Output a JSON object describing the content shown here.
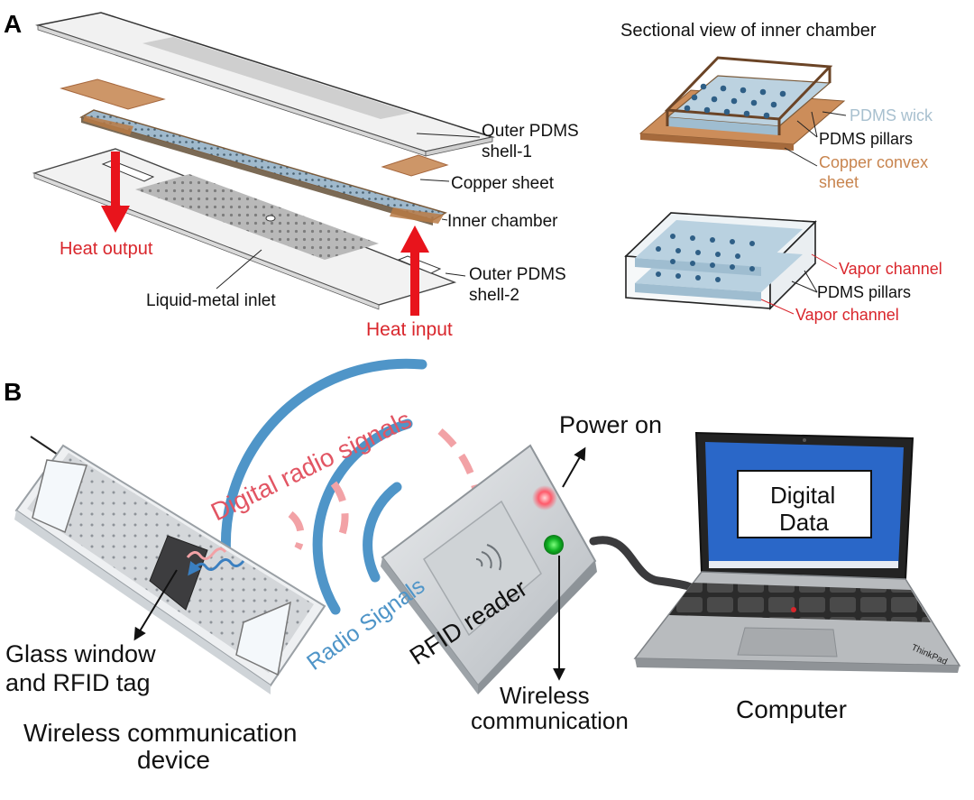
{
  "panel_a": {
    "letter": "A",
    "exploded_labels": {
      "outer_shell_1_line1": "Outer PDMS",
      "outer_shell_1_line2": "shell-1",
      "copper_sheet": "Copper sheet",
      "inner_chamber": "Inner chamber",
      "heat_output": "Heat output",
      "outer_shell_2_line1": "Outer PDMS",
      "outer_shell_2_line2": "shell-2",
      "liquid_metal_inlet": "Liquid-metal inlet",
      "heat_input": "Heat input"
    },
    "sectional": {
      "title": "Sectional view of inner chamber",
      "pdms_wick": "PDMS wick",
      "pdms_pillars_top": "PDMS pillars",
      "copper_convex_line1": "Copper convex",
      "copper_convex_line2": "sheet",
      "vapor_channel_top": "Vapor channel",
      "pdms_pillars_bottom": "PDMS pillars",
      "vapor_channel_bottom": "Vapor channel"
    }
  },
  "panel_b": {
    "letter": "B",
    "digital_radio_signals": "Digital radio signals",
    "radio_signals": "Radio Signals",
    "power_on": "Power on",
    "rfid_reader": "RFID reader",
    "screen_line1": "Digital",
    "screen_line2": "Data",
    "glass_window_line1": "Glass window",
    "glass_window_line2": "and RFID tag",
    "wireless_comm_line1": "Wireless",
    "wireless_comm_line2": "communication",
    "computer": "Computer",
    "device_line1": "Wireless communication",
    "device_line2": "device",
    "laptop_brand": "ThinkPad"
  },
  "colors": {
    "red_label": "#d9262c",
    "arrow_red": "#e8141c",
    "copper": "#c8844e",
    "wick_blue": "#a9c3d2",
    "radio_blue": "#4f95c8",
    "digital_pink": "#f2a2a6",
    "screen_blue": "#2a67c8"
  }
}
